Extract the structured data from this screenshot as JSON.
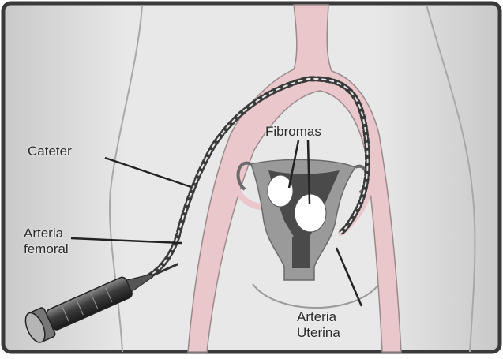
{
  "labels": {
    "catheter": "Cateter",
    "femoral_line1": "Arteria",
    "femoral_line2": "femoral",
    "fibroids": "Fibromas",
    "uterine_line1": "Arteria",
    "uterine_line2": "Uterina"
  },
  "colors": {
    "background": "#e3e3e3",
    "frame": "#3a3a3a",
    "artery": "#e9c7cb",
    "artery_outline": "#9a8a8c",
    "uterus": "#9a9a9a",
    "uterus_dark": "#4a4a4a",
    "fibroid": "#ffffff",
    "catheter": "#3a3a3a",
    "leader_line": "#222222"
  }
}
